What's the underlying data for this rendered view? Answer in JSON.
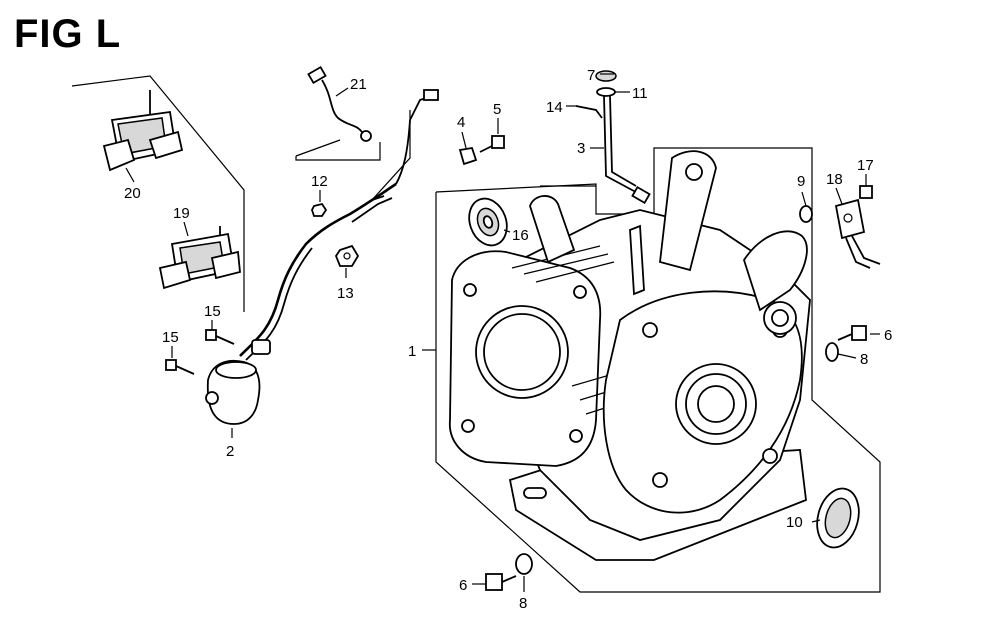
{
  "figure": {
    "title": "FIG L"
  },
  "callouts": [
    {
      "id": "c1",
      "text": "1"
    },
    {
      "id": "c2",
      "text": "2"
    },
    {
      "id": "c3",
      "text": "3"
    },
    {
      "id": "c4",
      "text": "4"
    },
    {
      "id": "c5",
      "text": "5"
    },
    {
      "id": "c6a",
      "text": "6"
    },
    {
      "id": "c6b",
      "text": "6"
    },
    {
      "id": "c7",
      "text": "7"
    },
    {
      "id": "c8a",
      "text": "8"
    },
    {
      "id": "c8b",
      "text": "8"
    },
    {
      "id": "c9",
      "text": "9"
    },
    {
      "id": "c10",
      "text": "10"
    },
    {
      "id": "c11",
      "text": "11"
    },
    {
      "id": "c12",
      "text": "12"
    },
    {
      "id": "c13",
      "text": "13"
    },
    {
      "id": "c14",
      "text": "14"
    },
    {
      "id": "c15a",
      "text": "15"
    },
    {
      "id": "c15b",
      "text": "15"
    },
    {
      "id": "c16",
      "text": "16"
    },
    {
      "id": "c17",
      "text": "17"
    },
    {
      "id": "c18",
      "text": "18"
    },
    {
      "id": "c19",
      "text": "19"
    },
    {
      "id": "c20",
      "text": "20"
    },
    {
      "id": "c21",
      "text": "21"
    }
  ]
}
